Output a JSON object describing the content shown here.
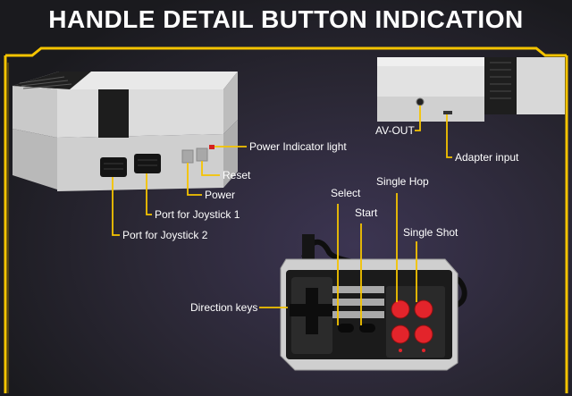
{
  "title": "HANDLE DETAIL BUTTON INDICATION",
  "colors": {
    "accent": "#f5c400",
    "button_red": "#e3242b",
    "console_body": "#d8d8d8",
    "text": "#ffffff"
  },
  "labels": {
    "power_indicator": "Power Indicator light",
    "reset": "Reset",
    "power": "Power",
    "port_joystick_1": "Port for Joystick 1",
    "port_joystick_2": "Port for Joystick 2",
    "av_out": "AV-OUT",
    "adapter_input": "Adapter input",
    "select": "Select",
    "start": "Start",
    "single_hop": "Single Hop",
    "single_shot": "Single Shot",
    "direction_keys": "Direction keys"
  }
}
